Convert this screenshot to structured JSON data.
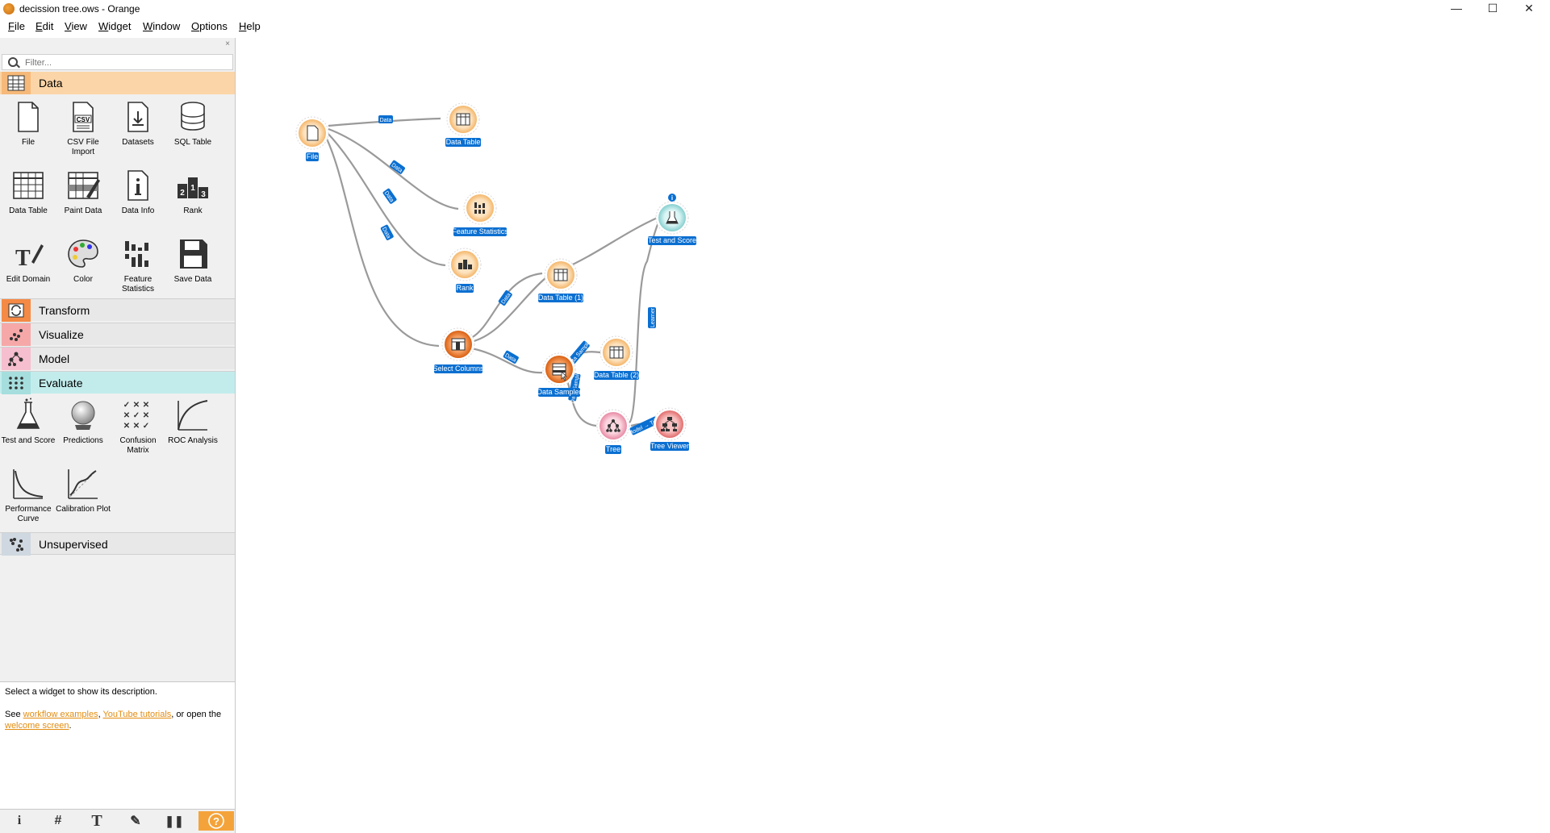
{
  "window": {
    "title": "decission tree.ows - Orange",
    "controls": {
      "minimize": "—",
      "maximize": "☐",
      "close": "✕"
    }
  },
  "menu": [
    "File",
    "Edit",
    "View",
    "Widget",
    "Window",
    "Options",
    "Help"
  ],
  "toolbox": {
    "filter_placeholder": "Filter...",
    "close": "×",
    "categories": {
      "data": "Data",
      "transform": "Transform",
      "visualize": "Visualize",
      "model": "Model",
      "evaluate": "Evaluate",
      "unsupervised": "Unsupervised"
    },
    "data_widgets": [
      "File",
      "CSV File Import",
      "Datasets",
      "SQL Table",
      "Data Table",
      "Paint Data",
      "Data Info",
      "Rank",
      "Edit Domain",
      "Color",
      "Feature Statistics",
      "Save Data"
    ],
    "evaluate_widgets": [
      "Test and Score",
      "Predictions",
      "Confusion Matrix",
      "ROC Analysis",
      "Performance Curve",
      "Calibration Plot"
    ],
    "colors": {
      "data": "#fbd5a7",
      "transform": "#e8e8e8",
      "visualize": "#e8e8e8",
      "model": "#e8e8e8",
      "evaluate": "#c2ecec",
      "unsupervised": "#e8e8e8"
    }
  },
  "description": {
    "line1": "Select a widget to show its description.",
    "see": "See ",
    "link1": "workflow examples",
    "comma": ", ",
    "link2": "YouTube tutorials",
    "or_open": ", or open the",
    "link3": "welcome screen",
    "period": "."
  },
  "bottom_toolbar": {
    "info": "i",
    "grid": "#",
    "text": "T",
    "pen": "✎",
    "pause": "❚❚",
    "help": "?"
  },
  "workflow": {
    "nodes": {
      "file": "File",
      "data_table": "Data Table",
      "feature_statistics": "Feature Statistics",
      "rank": "Rank",
      "select_columns": "Select Columns",
      "data_table_1": "Data Table (1)",
      "test_and_score": "Test and Score",
      "data_sampler": "Data Sampler",
      "data_table_2": "Data Table (2)",
      "tree": "Tree",
      "tree_viewer": "Tree Viewer"
    },
    "links": {
      "file_data_table": "Data",
      "file_feature_statistics": "Data",
      "file_rank": "Data",
      "file_select_columns": "Data",
      "select_columns_data_table_1": "Data",
      "select_columns_data_sampler": "Data",
      "data_sampler_data_table_2": "Data Sample",
      "data_sampler_tree": "Data Sample",
      "tree_test_and_score": "Learner",
      "tree_tree_viewer": "Model → Tree"
    },
    "info_badge": "i",
    "colors": {
      "data_node": "#fbd5a7",
      "data_node_ring": "#f4b66a",
      "transform_node": "#f07a28",
      "model_node": "#f6bfcf",
      "visualize_node": "#f4a6a6",
      "evaluate_node": "#c2ecec",
      "label_bg": "#0a6fd1",
      "link": "#9a9a9a"
    }
  }
}
